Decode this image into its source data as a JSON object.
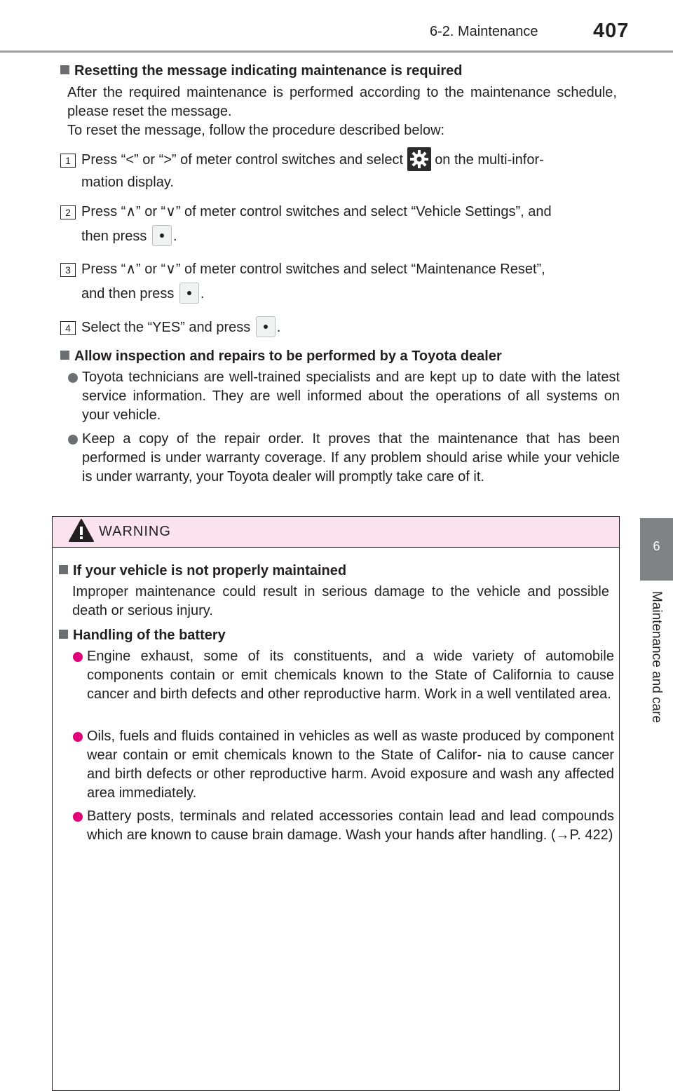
{
  "header": {
    "section": "6-2. Maintenance",
    "page_number": "407"
  },
  "side_tab": {
    "chapter_number": "6",
    "chapter_title": "Maintenance and care"
  },
  "reset_section": {
    "heading": "Resetting the message indicating maintenance is required",
    "intro_1": "After the required maintenance is performed according to the maintenance schedule, please reset the message.",
    "intro_2": "To reset the message, follow the procedure described below:",
    "steps": [
      {
        "num": "1",
        "a": "Press “<” or “>” of meter control switches and select",
        "b": "on the multi-infor-",
        "c": "mation display."
      },
      {
        "num": "2",
        "a": "Press “∧” or “∨” of meter control switches and select “Vehicle Settings”, and",
        "c": "then press",
        "d": "."
      },
      {
        "num": "3",
        "a": "Press “∧” or “∨” of meter control switches and select “Maintenance Reset”,",
        "c": "and then press",
        "d": "."
      },
      {
        "num": "4",
        "a": "Select the “YES” and press",
        "d": "."
      }
    ]
  },
  "dealer_section": {
    "heading": "Allow inspection and repairs to be performed by a Toyota dealer",
    "bullets": [
      "Toyota technicians are well-trained specialists and are kept up to date with the latest service information. They are well informed about the operations of all systems on your vehicle.",
      "Keep a copy of the repair order. It proves that the maintenance that has been performed is under warranty coverage. If any problem should arise while your vehicle is under warranty, your Toyota dealer will promptly take care of it."
    ]
  },
  "warning": {
    "title": "WARNING",
    "sec1_heading": "If your vehicle is not properly maintained",
    "sec1_text": "Improper maintenance could result in serious damage to the vehicle and possible death or serious injury.",
    "sec2_heading": "Handling of the battery",
    "sec2_bullets": [
      "Engine exhaust, some of its constituents, and a wide variety of automobile components contain or emit chemicals known to the State of California to cause cancer and birth defects and other reproductive harm. Work in a well ventilated area.",
      "Oils, fuels and fluids contained in vehicles as well as waste produced by component wear contain or emit chemicals known to the State of Califor- nia to cause cancer and birth defects or other reproductive harm. Avoid exposure and wash any affected area immediately.",
      "Battery posts, terminals and related accessories contain lead and lead compounds which are known to cause brain damage. Wash your hands after handling. (→P. 422)"
    ]
  },
  "colors": {
    "warning_header_bg": "#fbe2ef",
    "warning_bullet": "#e0007a",
    "side_tab_bg": "#808285"
  }
}
